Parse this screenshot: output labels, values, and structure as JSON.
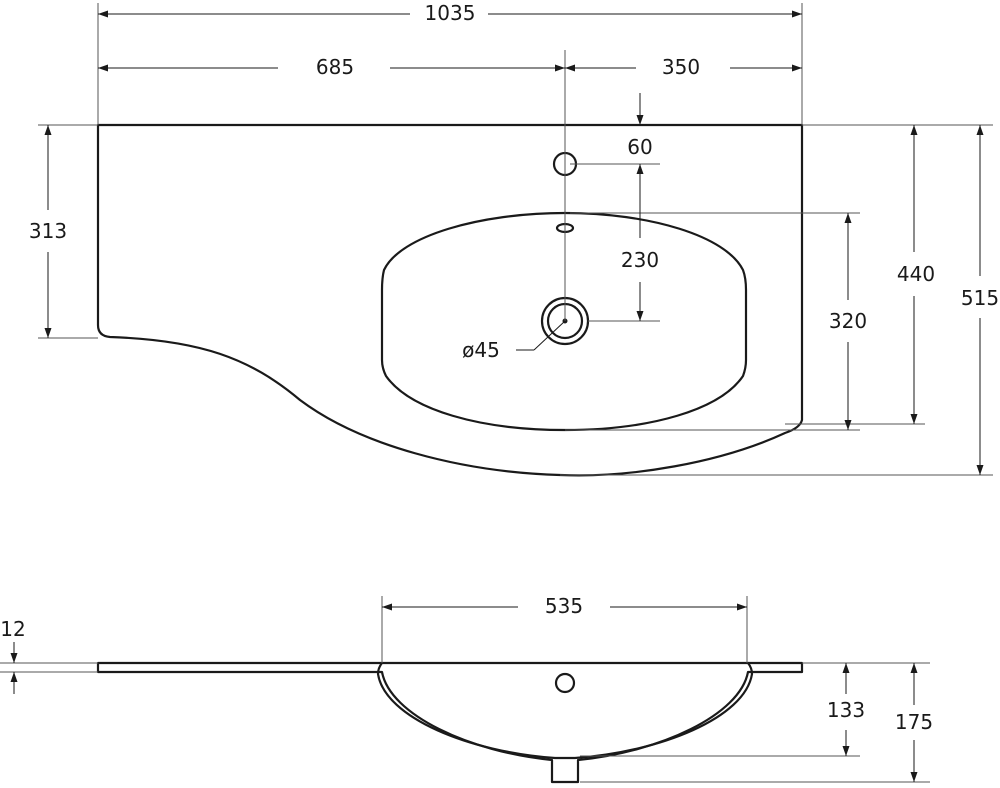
{
  "dimensions": {
    "overall_width": "1035",
    "left_to_tap": "685",
    "tap_to_right": "350",
    "tap_offset": "60",
    "left_depth": "313",
    "tap_to_drain": "230",
    "bowl_length": "320",
    "depth_mid": "440",
    "depth_total": "515",
    "drain_diameter": "ø45",
    "thickness": "12",
    "bowl_width": "535",
    "bowl_depth": "133",
    "total_height": "175"
  }
}
